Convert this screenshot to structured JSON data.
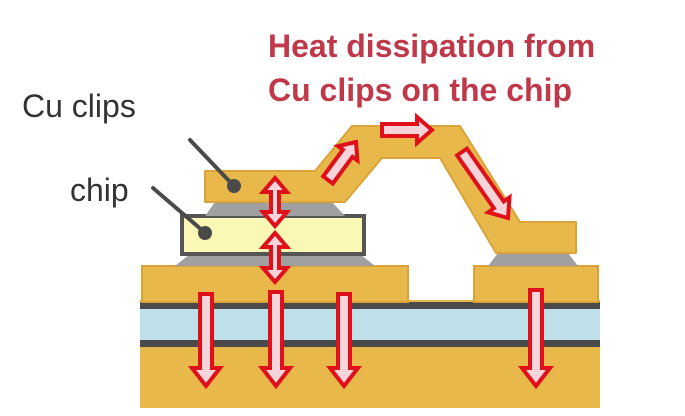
{
  "title": {
    "line1": "Heat dissipation from",
    "line2": "Cu clips on the chip"
  },
  "labels": {
    "cu_clips": "Cu clips",
    "chip": "chip"
  },
  "colors": {
    "title": "#c0394b",
    "label": "#333333",
    "copper": "#e8b94a",
    "copper_stroke": "#d9a33a",
    "chip": "#fbf7b4",
    "solder": "#a0a0a0",
    "substrate_layer": "#bfe0e8",
    "dark_line": "#4a4a4a",
    "arrow_fill": "#f7d3da",
    "arrow_stroke": "#e0101a"
  }
}
